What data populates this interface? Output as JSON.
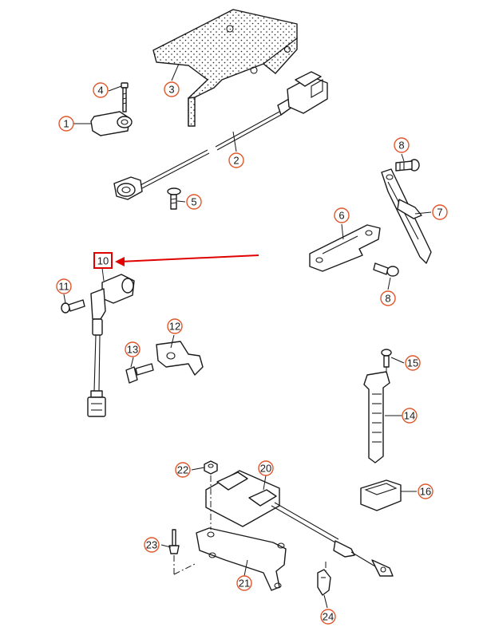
{
  "colors": {
    "callout_ring": "#e0572b",
    "highlight": "#e10000",
    "line": "#1a1a1a"
  },
  "highlighted_callout": "10",
  "callouts": [
    "1",
    "2",
    "3",
    "4",
    "5",
    "6",
    "7",
    "8",
    "8",
    "10",
    "11",
    "12",
    "13",
    "14",
    "15",
    "16",
    "20",
    "21",
    "22",
    "23",
    "24"
  ]
}
